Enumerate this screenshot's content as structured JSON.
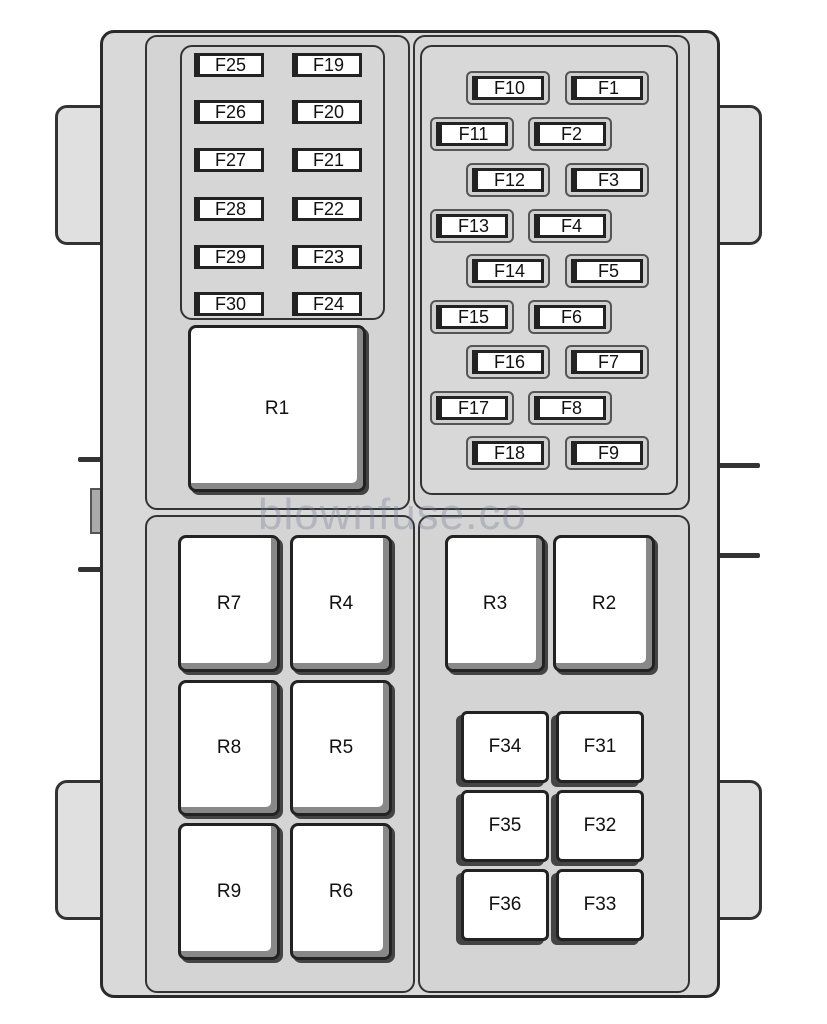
{
  "watermark": "blownfuse.co",
  "left_fuses": {
    "col1": [
      "F25",
      "F26",
      "F27",
      "F28",
      "F29",
      "F30"
    ],
    "col2": [
      "F19",
      "F20",
      "F21",
      "F22",
      "F23",
      "F24"
    ]
  },
  "right_fuses": {
    "rows": [
      [
        "F10",
        "F1"
      ],
      [
        "F11",
        "F2"
      ],
      [
        "F12",
        "F3"
      ],
      [
        "F13",
        "F4"
      ],
      [
        "F14",
        "F5"
      ],
      [
        "F15",
        "F6"
      ],
      [
        "F16",
        "F7"
      ],
      [
        "F17",
        "F8"
      ],
      [
        "F18",
        "F9"
      ]
    ]
  },
  "relays": {
    "R1": "R1",
    "R2": "R2",
    "R3": "R3",
    "R4": "R4",
    "R5": "R5",
    "R6": "R6",
    "R7": "R7",
    "R8": "R8",
    "R9": "R9"
  },
  "maxi_fuses": {
    "F31": "F31",
    "F32": "F32",
    "F33": "F33",
    "F34": "F34",
    "F35": "F35",
    "F36": "F36"
  }
}
